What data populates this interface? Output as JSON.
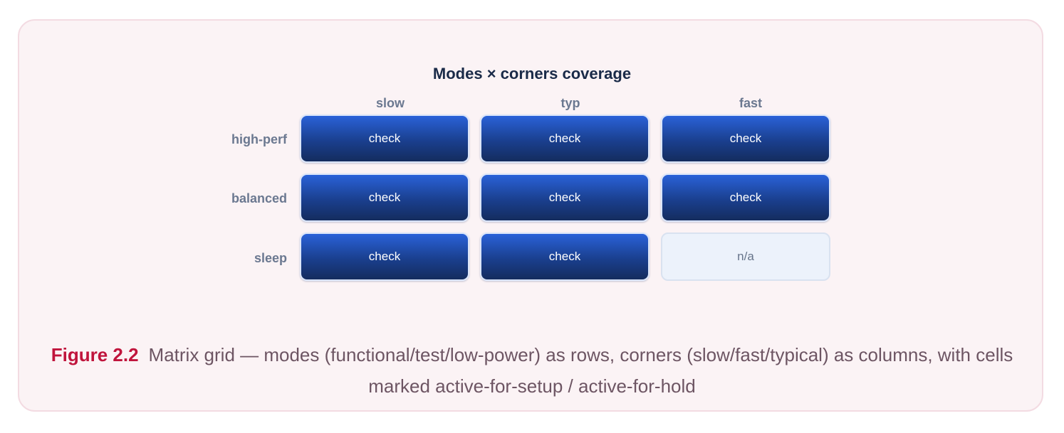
{
  "matrix": {
    "title": "Modes × corners coverage",
    "columns": [
      "slow",
      "typ",
      "fast"
    ],
    "rows": [
      {
        "label": "high-perf",
        "cells": [
          "check",
          "check",
          "check"
        ]
      },
      {
        "label": "balanced",
        "cells": [
          "check",
          "check",
          "check"
        ]
      },
      {
        "label": "sleep",
        "cells": [
          "check",
          "check",
          "n/a"
        ]
      }
    ]
  },
  "colors": {
    "active_cell": "#1a3f8e",
    "inactive_cell": "#ecf2fb",
    "caption_label": "#c0143c",
    "card_background": "#fbf3f5"
  },
  "caption": {
    "label": "Figure 2.2",
    "text": "Matrix grid — modes (functional/test/low-power) as rows, corners (slow/fast/typical) as columns, with cells marked active-for-setup / active-for-hold"
  }
}
